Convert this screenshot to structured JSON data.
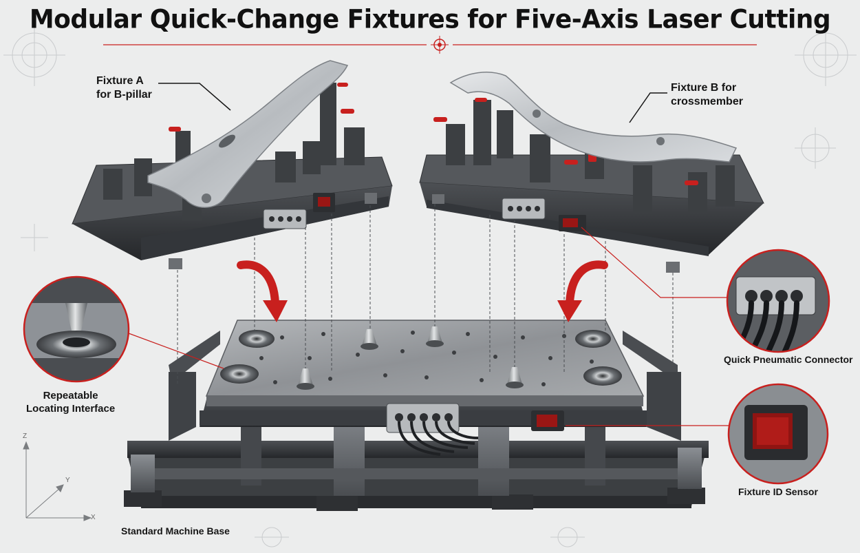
{
  "title": "Modular Quick-Change Fixtures for Five-Axis Laser Cutting",
  "labels": {
    "fixture_a_line1": "Fixture A",
    "fixture_a_line2": "for B-pillar",
    "fixture_b_line1": "Fixture B for",
    "fixture_b_line2": "crossmember",
    "repeatable_line1": "Repeatable",
    "repeatable_line2": "Locating Interface",
    "quick_pneumatic": "Quick Pneumatic Connector",
    "fixture_id": "Fixture ID Sensor",
    "machine_base": "Standard Machine Base"
  },
  "axes": {
    "z": "Z",
    "y": "Y",
    "x": "X"
  },
  "colors": {
    "accent_red": "#c8201e",
    "steel_dark": "#3a3d40",
    "steel_mid": "#6e7277",
    "steel_light": "#b9bcbf",
    "background": "#eceded"
  }
}
